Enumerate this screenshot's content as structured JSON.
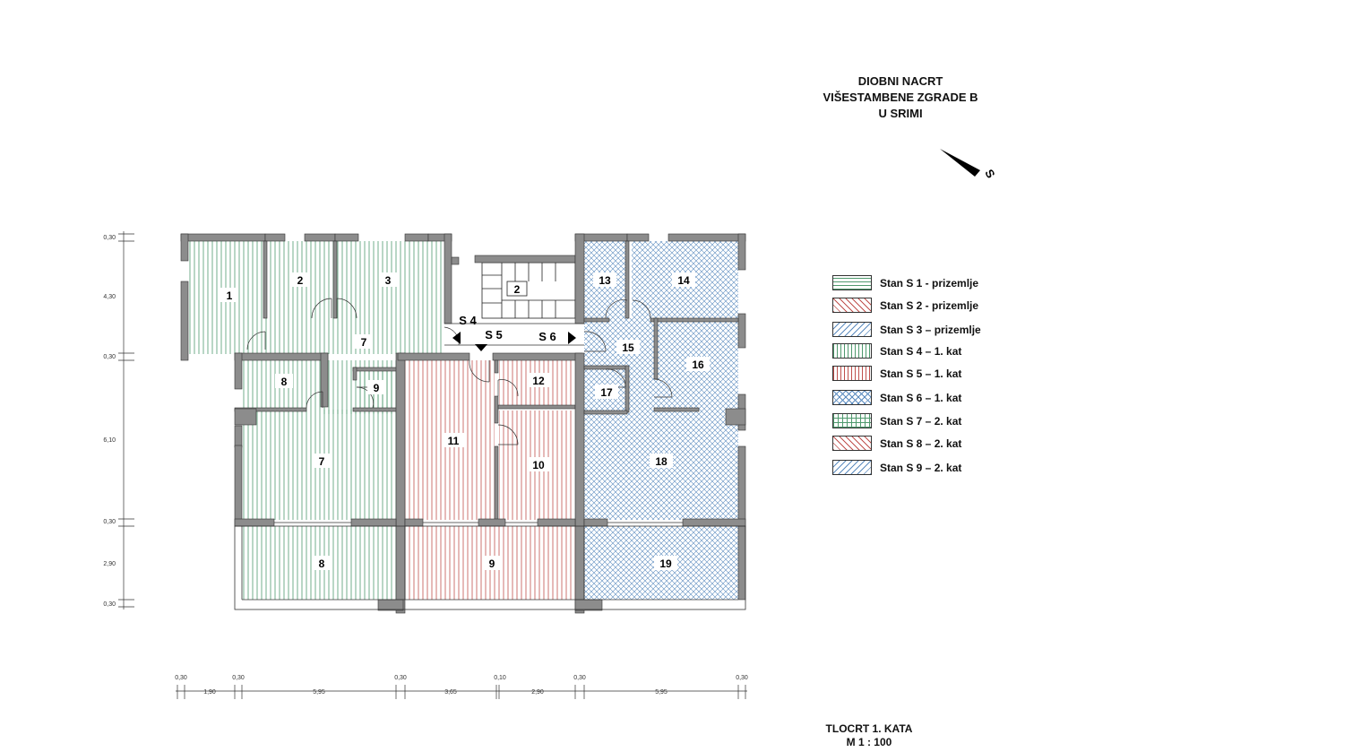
{
  "title": {
    "line1": "DIOBNI NACRT",
    "line2": "VIŠESTAMBENE ZGRADE B",
    "line3": "U SRIMI"
  },
  "north_label": "S",
  "footer": {
    "line1": "TLOCRT 1. KATA",
    "line2": "M 1 : 100"
  },
  "units": {
    "s4": "S 4",
    "s5": "S 5",
    "s6": "S 6"
  },
  "rooms": {
    "r1": "1",
    "r2": "2",
    "r3": "3",
    "stair": "2",
    "r7a": "7",
    "r8a": "8",
    "r9a": "9",
    "r7b": "7",
    "r8b": "8",
    "r11": "11",
    "r12": "12",
    "r10": "10",
    "r9b": "9",
    "r13": "13",
    "r14": "14",
    "r15": "15",
    "r16": "16",
    "r17": "17",
    "r18": "18",
    "r19": "19"
  },
  "dims": {
    "vertical": [
      "0,30",
      "4,30",
      "0,30",
      "6,10",
      "0,30",
      "2,90",
      "0,30"
    ],
    "horizontal_top": [
      "0,30",
      "0,30",
      "0,30",
      "0,10",
      "0,30",
      "0,30"
    ],
    "horizontal_bottom": [
      "1,90",
      "5,95",
      "3,65",
      "2,90",
      "5,95"
    ]
  },
  "legend": [
    {
      "label": "Stan S 1 - prizemlje",
      "color": "#4f9a6e",
      "pattern": "h"
    },
    {
      "label": "Stan S 2 - prizemlje",
      "color": "#c0504d",
      "pattern": "d"
    },
    {
      "label": "Stan S 3 – prizemlje",
      "color": "#5b8bbf",
      "pattern": "d2"
    },
    {
      "label": "Stan S 4 – 1. kat",
      "color": "#4f9a6e",
      "pattern": "v"
    },
    {
      "label": "Stan S 5 – 1. kat",
      "color": "#c0504d",
      "pattern": "v"
    },
    {
      "label": "Stan S 6 – 1. kat",
      "color": "#5b8bbf",
      "pattern": "x"
    },
    {
      "label": "Stan S 7 – 2. kat",
      "color": "#4f9a6e",
      "pattern": "g"
    },
    {
      "label": "Stan S 8 – 2. kat",
      "color": "#c0504d",
      "pattern": "d"
    },
    {
      "label": "Stan S 9 – 2. kat",
      "color": "#5b8bbf",
      "pattern": "d2"
    }
  ],
  "colors": {
    "green": "#4f9a6e",
    "red": "#c0504d",
    "blue": "#5b8bbf",
    "wall": "#8c8c8c"
  }
}
